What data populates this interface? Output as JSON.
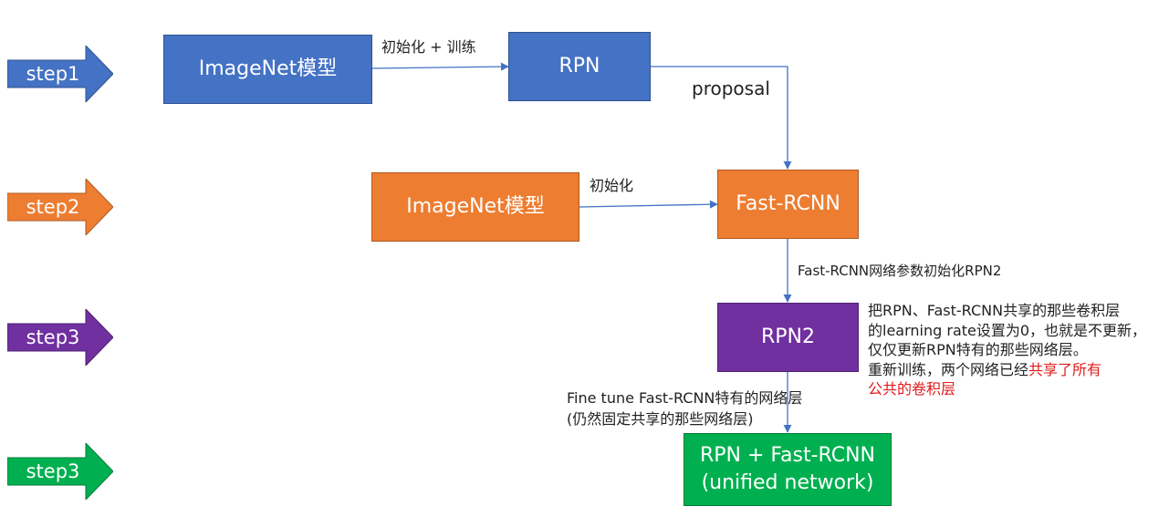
{
  "steps": [
    {
      "label": "step1",
      "color": "#4472c4"
    },
    {
      "label": "step2",
      "color": "#ed7d31"
    },
    {
      "label": "step3",
      "color": "#7030a0"
    },
    {
      "label": "step3",
      "color": "#00b050"
    }
  ],
  "boxes": {
    "imagenet1": "ImageNet模型",
    "rpn": "RPN",
    "imagenet2": "ImageNet模型",
    "fast_rcnn": "Fast-RCNN",
    "rpn2": "RPN2",
    "unified_line1": "RPN + Fast-RCNN",
    "unified_line2": "(unified network)"
  },
  "edge_labels": {
    "init_train": "初始化 + 训练",
    "proposal": "proposal",
    "init": "初始化",
    "fast_rcnn_init_rpn2": "Fast-RCNN网络参数初始化RPN2",
    "fine_tune_line1": "Fine tune Fast-RCNN特有的网络层",
    "fine_tune_line2": "(仍然固定共享的那些网络层)"
  },
  "note": {
    "line1": "把RPN、Fast-RCNN共享的那些卷积层",
    "line2": "的learning rate设置为0，也就是不更新，",
    "line3": "仅仅更新RPN特有的那些网络层。",
    "line4_prefix": "重新训练，两个网络已经",
    "line4_highlight": "共享了所有",
    "line5_highlight": "公共的卷积层"
  },
  "colors": {
    "blue": "#4472c4",
    "orange": "#ed7d31",
    "purple": "#7030a0",
    "green": "#00b050",
    "connector": "#4472c4",
    "highlight": "#e01b1b"
  }
}
